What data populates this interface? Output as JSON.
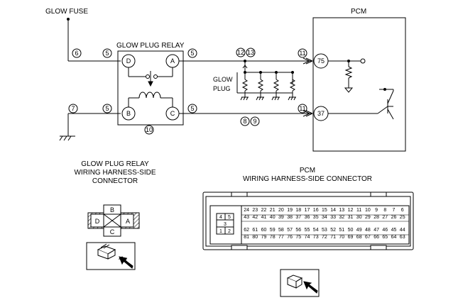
{
  "labels": {
    "glow_fuse": "GLOW FUSE",
    "pcm": "PCM",
    "glow_plug_relay": "GLOW PLUG RELAY",
    "glow_plug_line1": "GLOW",
    "glow_plug_line2": "PLUG",
    "relay_conn_line1": "GLOW PLUG RELAY",
    "relay_conn_line2": "WIRING HARNESS-SIDE",
    "relay_conn_line3": "CONNECTOR",
    "pcm_conn_line1": "PCM",
    "pcm_conn_line2": "WIRING HARNESS-SIDE CONNECTOR"
  },
  "relay_terminals": {
    "a": "A",
    "b": "B",
    "c": "C",
    "d": "D"
  },
  "pcm_terminals": {
    "upper": "75",
    "lower": "37"
  },
  "circuit_numbers": {
    "fuse_line": "6",
    "relay_d_left": "5",
    "relay_b_left": "5",
    "relay_a_right": "5",
    "relay_c_right": "5",
    "ground_line": "7",
    "relay_case": "10",
    "plug_junction_1": "12",
    "plug_junction_2": "13",
    "pcm_upper": "11",
    "pcm_lower": "11",
    "lower_line_1": "8",
    "lower_line_2": "9"
  },
  "relay_connector_pins": {
    "top": "B",
    "left": "D",
    "right": "A",
    "bottom": "C"
  },
  "pcm_connector": {
    "block_left": {
      "r1": [
        "4",
        "5"
      ],
      "mid": "3",
      "r2": [
        "1",
        "2"
      ]
    },
    "row1": [
      "24",
      "23",
      "22",
      "21",
      "20",
      "19",
      "18",
      "17",
      "16",
      "15",
      "14",
      "13",
      "12",
      "11",
      "10",
      "9",
      "8",
      "7",
      "6"
    ],
    "row2": [
      "43",
      "42",
      "41",
      "40",
      "39",
      "38",
      "37",
      "36",
      "35",
      "34",
      "33",
      "32",
      "31",
      "30",
      "29",
      "28",
      "27",
      "26",
      "25"
    ],
    "row3": [
      "62",
      "61",
      "60",
      "59",
      "58",
      "57",
      "56",
      "55",
      "54",
      "53",
      "52",
      "51",
      "50",
      "49",
      "48",
      "47",
      "46",
      "45",
      "44"
    ],
    "row4": [
      "81",
      "80",
      "79",
      "78",
      "77",
      "76",
      "75",
      "74",
      "73",
      "72",
      "71",
      "70",
      "69",
      "68",
      "67",
      "66",
      "65",
      "64",
      "63"
    ]
  }
}
